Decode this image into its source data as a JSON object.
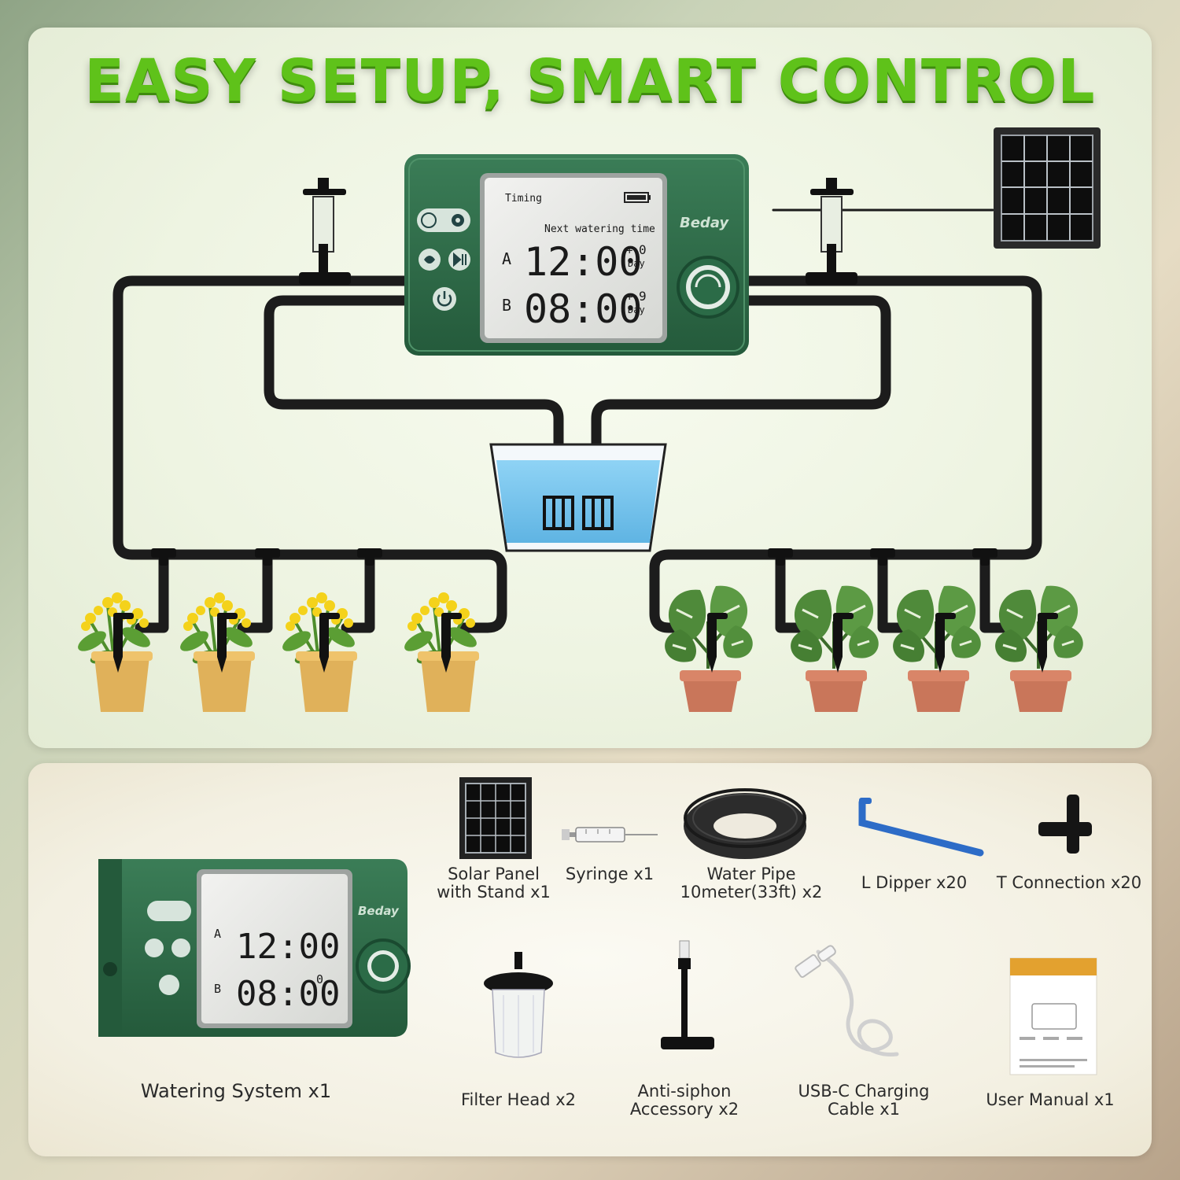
{
  "headline": "EASY SETUP, SMART CONTROL",
  "controller": {
    "brand": "Beday",
    "mode_label": "Timing",
    "next_label": "Next watering time",
    "row_a": {
      "channel": "A",
      "time": "12:00",
      "plus": "+",
      "days": "0",
      "unit": "Day"
    },
    "row_b": {
      "channel": "B",
      "time": "08:00",
      "plus": "+",
      "days": "9",
      "unit": "Day"
    },
    "icons": [
      "mode-icon",
      "gear-icon",
      "manual-water-icon",
      "play-pause-icon",
      "power-icon",
      "rotary-knob-icon",
      "battery-icon"
    ]
  },
  "colors": {
    "headline": "#5fc21a",
    "device": "#2f6b48",
    "water": "#7cc6ec",
    "tube": "#1c1c1c"
  },
  "accessories": [
    {
      "id": "solar",
      "label_lines": [
        "Solar Panel",
        "with Stand x1"
      ],
      "icon": "solar-panel-icon"
    },
    {
      "id": "syringe",
      "label_lines": [
        "Syringe x1"
      ],
      "icon": "syringe-icon"
    },
    {
      "id": "pipe",
      "label_lines": [
        "Water Pipe",
        "10meter(33ft) x2"
      ],
      "icon": "water-pipe-coil-icon"
    },
    {
      "id": "dipper",
      "label_lines": [
        "L Dipper x20"
      ],
      "icon": "l-dipper-icon"
    },
    {
      "id": "tconn",
      "label_lines": [
        "T Connection x20"
      ],
      "icon": "t-connector-icon"
    },
    {
      "id": "system",
      "label_lines": [
        "Watering System x1"
      ],
      "icon": "watering-controller-icon"
    },
    {
      "id": "filter",
      "label_lines": [
        "Filter Head x2"
      ],
      "icon": "filter-head-icon"
    },
    {
      "id": "antisiphon",
      "label_lines": [
        "Anti-siphon",
        "Accessory x2"
      ],
      "icon": "anti-siphon-icon"
    },
    {
      "id": "usbc",
      "label_lines": [
        "USB-C Charging",
        "Cable x1"
      ],
      "icon": "usb-c-cable-icon"
    },
    {
      "id": "manual",
      "label_lines": [
        "User Manual x1"
      ],
      "icon": "user-manual-icon"
    }
  ]
}
